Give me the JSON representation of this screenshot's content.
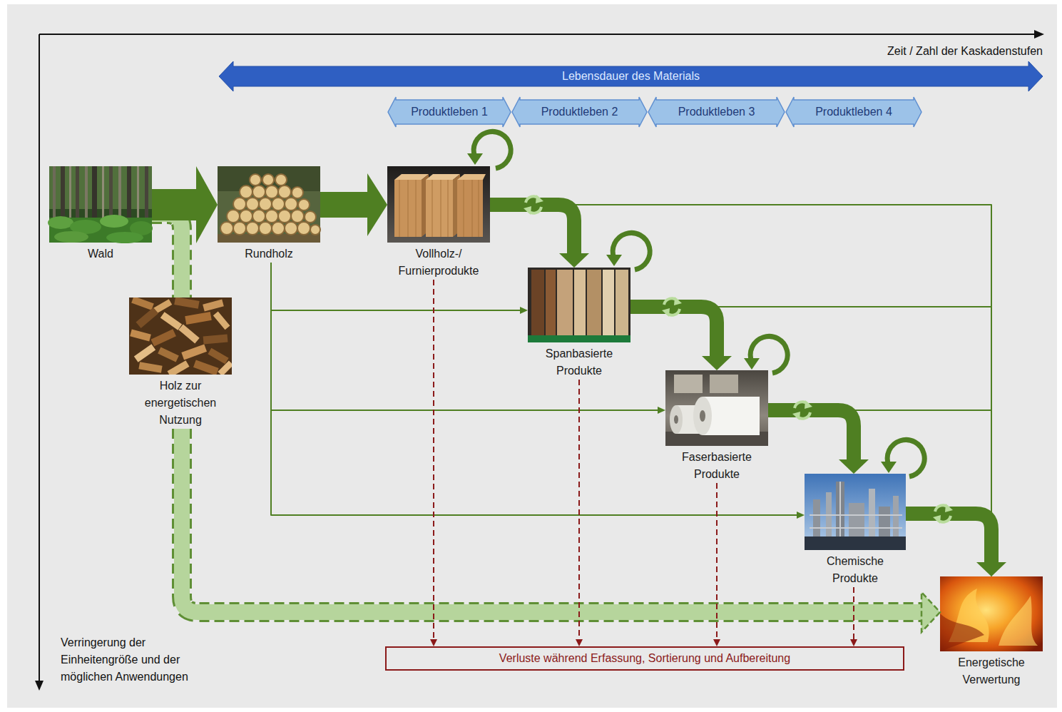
{
  "diagram": {
    "nodes": [
      {
        "text": [
          "Lebensdauer des Materials"
        ]
      },
      {
        "text": [
          "Produktleben 1"
        ]
      },
      {
        "text": [
          "Produktleben 2"
        ]
      },
      {
        "text": [
          "Produktleben 3"
        ]
      },
      {
        "text": [
          "Produktleben 4"
        ]
      },
      {
        "text": [
          "Wald"
        ]
      },
      {
        "text": [
          "Rundholz"
        ]
      },
      {
        "text": [
          "Vollholz-/ Furnierprodukte"
        ]
      },
      {
        "text": [
          "Holz zur energetischen Nutzung"
        ]
      },
      {
        "text": [
          "Spanbasierte Produkte"
        ]
      },
      {
        "text": [
          "Faserbasierte Produkte"
        ]
      },
      {
        "text": [
          "Chemische Produkte"
        ]
      },
      {
        "text": [
          "Energetische Verwertung"
        ]
      },
      {
        "text": [
          "Verluste während Erfassung, Sortierung und Aufbereitung"
        ]
      }
    ],
    "edges": [
      {
        "from": 5,
        "to": 6,
        "arrow": "to"
      },
      {
        "from": 6,
        "to": 7,
        "arrow": "to"
      },
      {
        "from": 5,
        "to": 8,
        "arrow": "none"
      },
      {
        "from": 8,
        "to": 12,
        "arrow": "to"
      },
      {
        "from": 7,
        "to": 9,
        "arrow": "to"
      },
      {
        "from": 9,
        "to": 10,
        "arrow": "to"
      },
      {
        "from": 10,
        "to": 11,
        "arrow": "to"
      },
      {
        "from": 11,
        "to": 12,
        "arrow": "to"
      },
      {
        "from": 6,
        "to": 9,
        "arrow": "to"
      },
      {
        "from": 6,
        "to": 10,
        "arrow": "to"
      },
      {
        "from": 6,
        "to": 11,
        "arrow": "to"
      },
      {
        "from": 7,
        "to": 12,
        "arrow": "to"
      },
      {
        "from": 9,
        "to": 12,
        "arrow": "to"
      },
      {
        "from": 10,
        "to": 12,
        "arrow": "to"
      },
      {
        "from": 7,
        "to": 13,
        "arrow": "to"
      },
      {
        "from": 9,
        "to": 13,
        "arrow": "to"
      },
      {
        "from": 10,
        "to": 13,
        "arrow": "to"
      },
      {
        "from": 11,
        "to": 13,
        "arrow": "to"
      }
    ],
    "labels": [
      "Zeit / Zahl der Kaskadenstufen",
      "Verringerung der Einheitengröße und der möglichen Anwendungen"
    ]
  }
}
